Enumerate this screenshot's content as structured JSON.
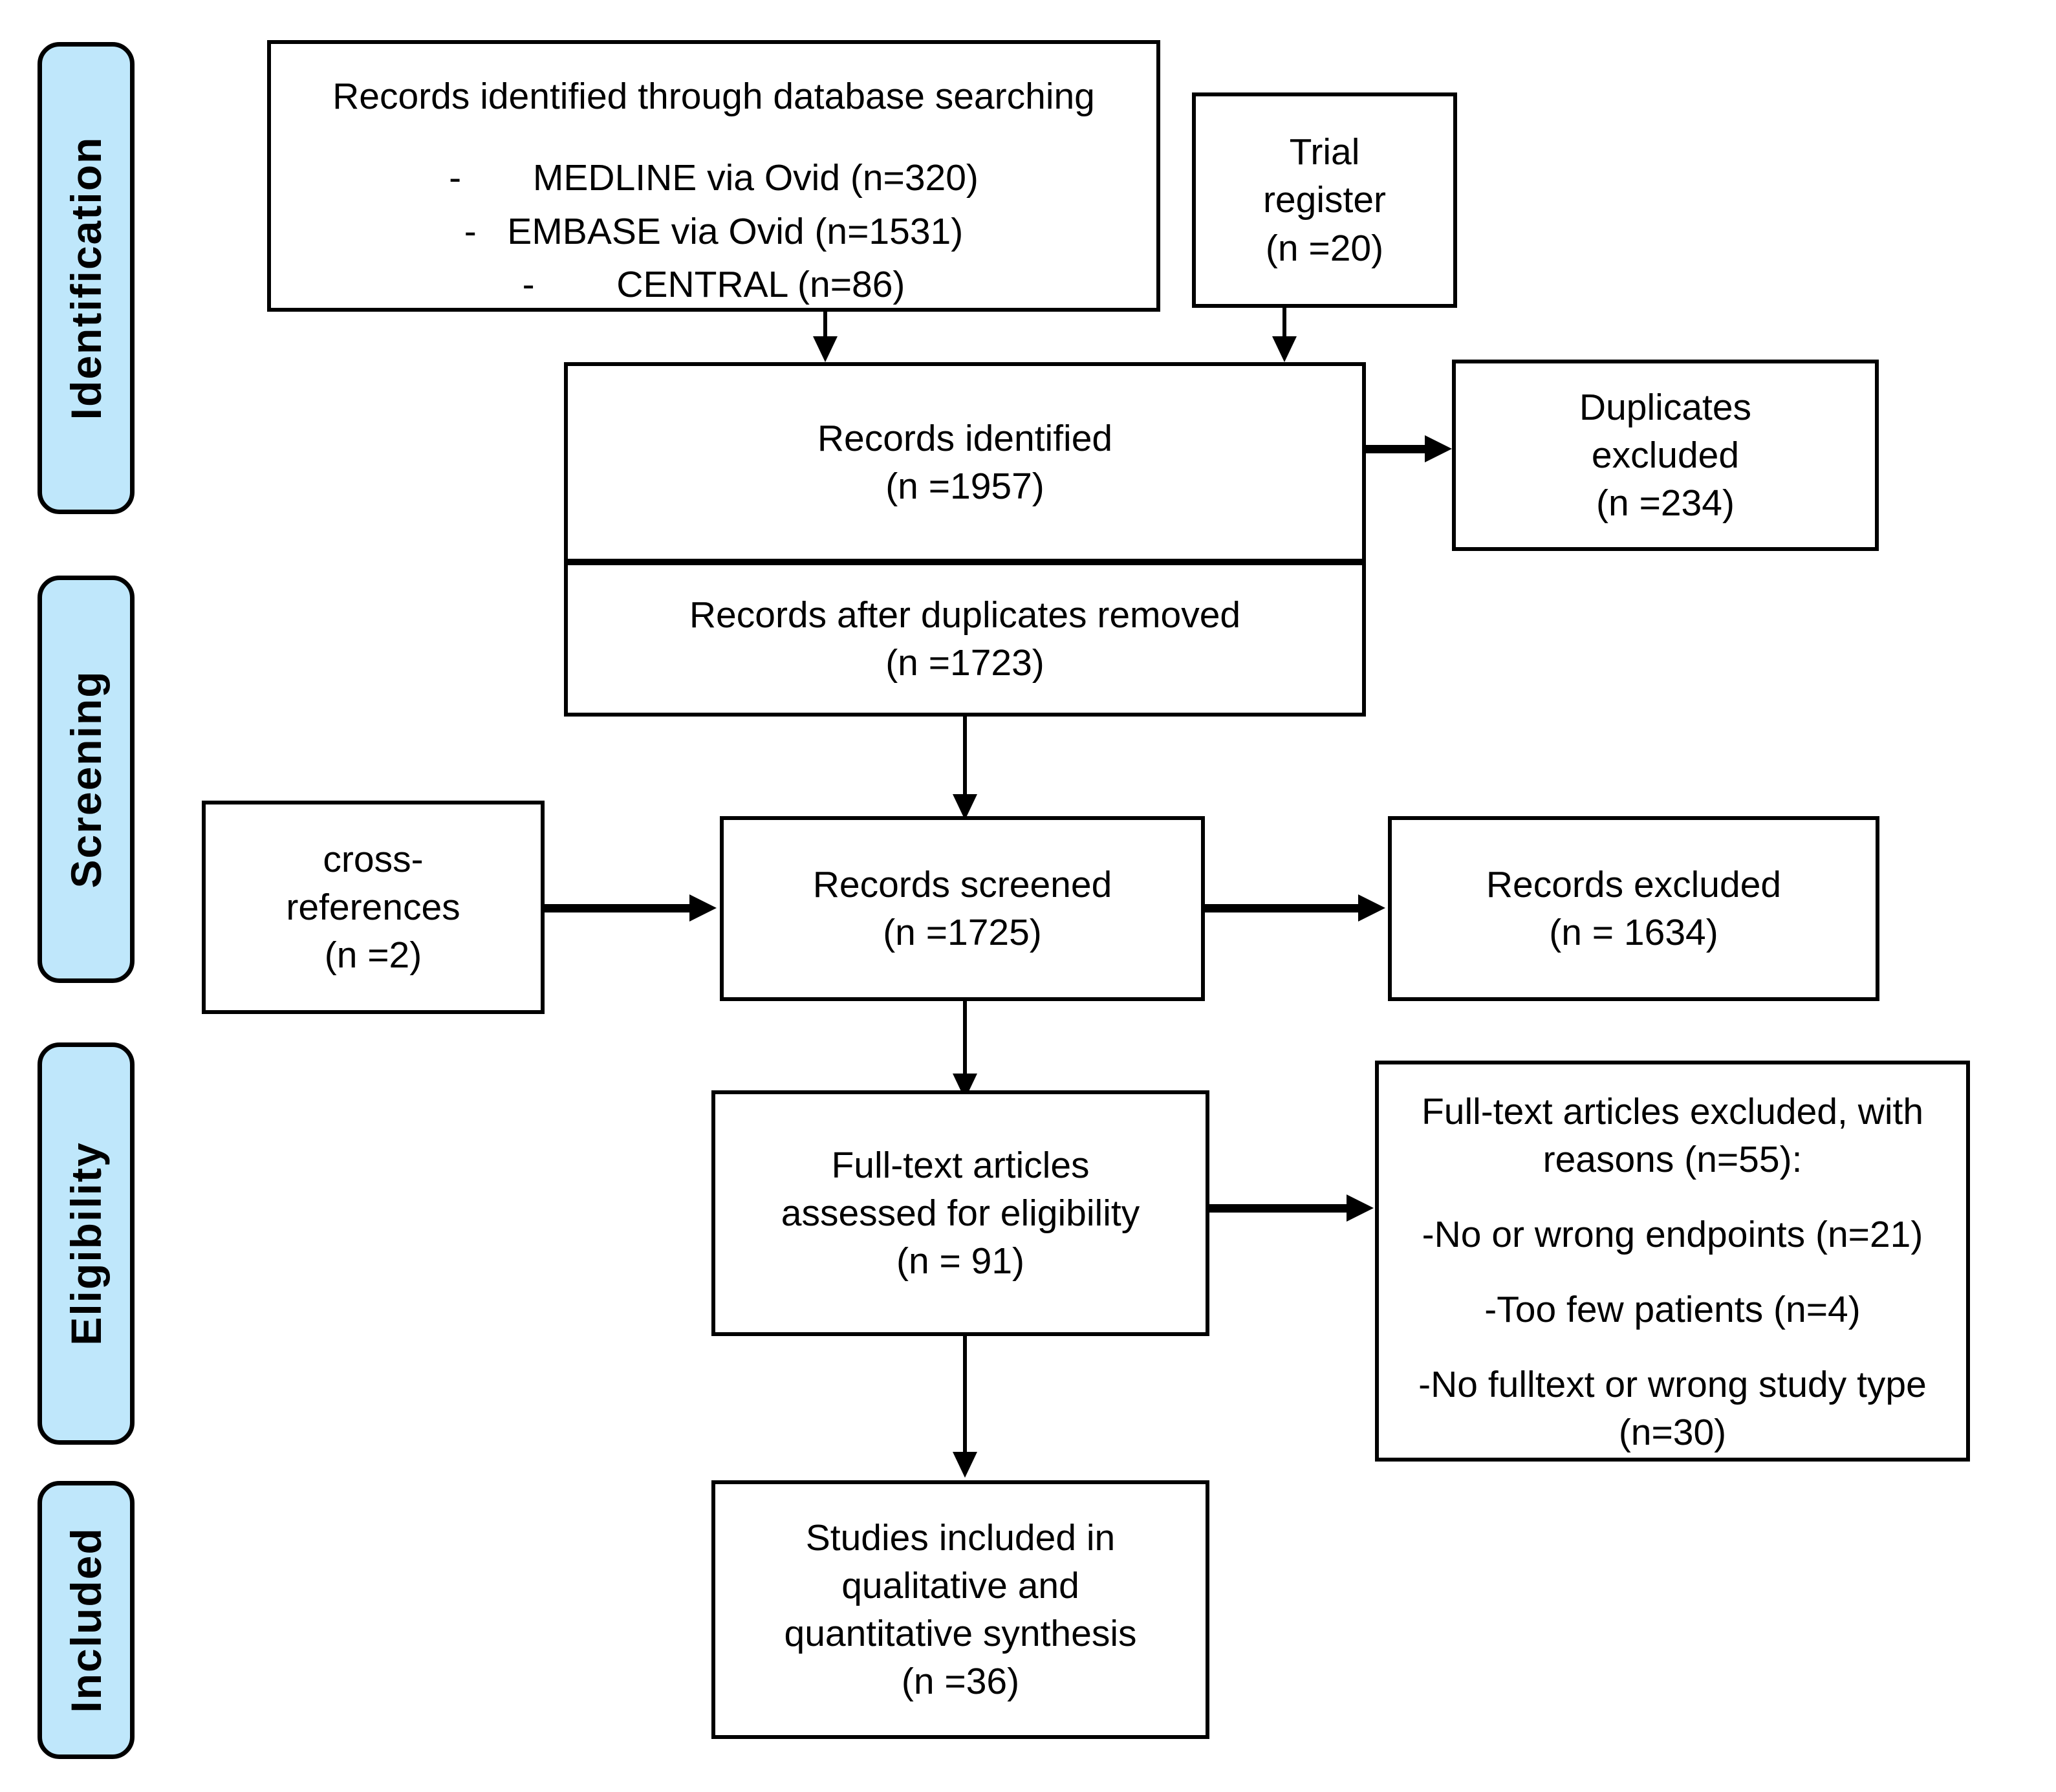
{
  "diagram": {
    "title": "PRISMA study selection flow diagram",
    "accent_color": "#bfe7fb",
    "line_color": "#000000",
    "box_fill": "#ffffff"
  },
  "stages": [
    {
      "id": "identification",
      "label": "Identification"
    },
    {
      "id": "screening",
      "label": "Screening"
    },
    {
      "id": "eligibility",
      "label": "Eligibility"
    },
    {
      "id": "included",
      "label": "Included"
    }
  ],
  "boxes": {
    "database_search": {
      "heading": "Records identified through database searching",
      "sources": [
        {
          "dash": "-",
          "text": "MEDLINE via Ovid (n=320)"
        },
        {
          "dash": "-",
          "text": "EMBASE via Ovid (n=1531)"
        },
        {
          "dash": "-",
          "text": "CENTRAL (n=86)"
        }
      ]
    },
    "trial_register": {
      "line1": "Trial",
      "line2": "register",
      "line3": "(n =20)"
    },
    "records_identified": {
      "line1": "Records identified",
      "line2": "(n =1957)"
    },
    "duplicates_excluded": {
      "line1": "Duplicates",
      "line2": "excluded",
      "line3": "(n =234)"
    },
    "after_duplicates": {
      "line1": "Records after duplicates removed",
      "line2": "(n =1723)"
    },
    "cross_references": {
      "line1": "cross-",
      "line2": "references",
      "line3": "(n =2)"
    },
    "records_screened": {
      "line1": "Records screened",
      "line2": "(n =1725)"
    },
    "records_excluded": {
      "line1": "Records excluded",
      "line2": "(n = 1634)"
    },
    "fulltext_assessed": {
      "line1": "Full-text articles",
      "line2": "assessed for eligibility",
      "line3": "(n = 91)"
    },
    "fulltext_excluded": {
      "heading": "Full-text articles excluded, with reasons (n=55):",
      "reason1": "-No or wrong endpoints (n=21)",
      "reason2": "-Too few patients (n=4)",
      "reason3": "-No fulltext or wrong study type (n=30)"
    },
    "studies_included": {
      "line1": "Studies included in",
      "line2": "qualitative and",
      "line3": "quantitative synthesis",
      "line4": "(n =36)"
    }
  }
}
